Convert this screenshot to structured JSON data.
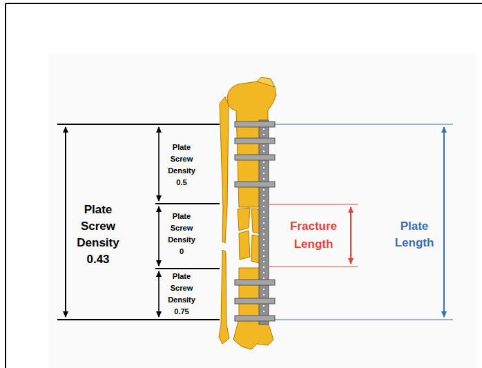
{
  "diagram": {
    "labels": [
      "Plate Screw Density 0.43",
      "Plate Screw Density 0.5",
      "Plate Screw Density 0",
      "Plate Screw Density 0.75",
      "Fracture Length",
      "Plate Length"
    ]
  }
}
